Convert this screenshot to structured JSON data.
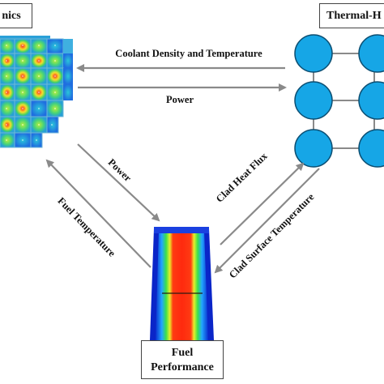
{
  "nodes": {
    "neutronics": {
      "label": "nics"
    },
    "thermal_hydraulics": {
      "label": "Thermal-H"
    },
    "fuel_performance": {
      "line1": "Fuel",
      "line2": "Performance"
    }
  },
  "arrows": {
    "coolant": "Coolant Density and Temperature",
    "power_top": "Power",
    "power_left": "Power",
    "fuel_temp": "Fuel Temperature",
    "clad_heat_flux": "Clad Heat Flux",
    "clad_surface_temp": "Clad Surface Temperature"
  },
  "colors": {
    "arrow": "#8a8a8a",
    "pin": "#16a6e6",
    "pin_stroke": "#0c4f73",
    "box_border": "#444444"
  }
}
